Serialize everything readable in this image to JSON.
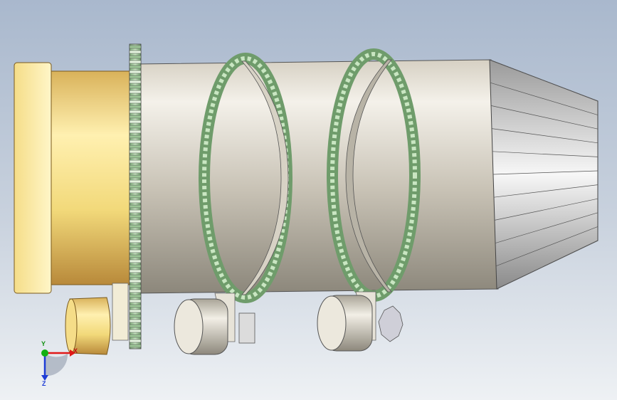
{
  "viewport": {
    "background_top": "#a9b8cd",
    "background_bottom": "#eef1f4"
  },
  "triad": {
    "x_label": "X",
    "y_label": "Y",
    "z_label": "Z",
    "x_color": "#e01818",
    "y_color": "#12b012",
    "z_color": "#1e3cd6"
  },
  "model": {
    "shell_color": "#ccc6b8",
    "gear_color": "#9ec79a",
    "tyre_color": "#e4d27c",
    "cone_color": "#d9d9d9"
  }
}
